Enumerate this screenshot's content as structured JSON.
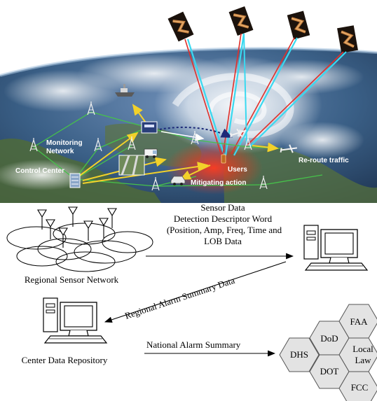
{
  "photo_labels": {
    "monitoring": [
      "Monitoring",
      "Network"
    ],
    "control_center": "Control Center",
    "users": "Users",
    "mitigating": "Mitigating action",
    "reroute": "Re-route traffic"
  },
  "flow": {
    "sensor_network_label": "Regional Sensor Network",
    "sensor_data_lines": [
      "Sensor Data",
      "Detection Descriptor Word",
      "(Position, Amp, Freq, Time and",
      "LOB Data"
    ],
    "alarm_summary_data": "Regional Alarm Summary Data",
    "center_repository": "Center Data Repository",
    "national_alarm": "National Alarm Summary"
  },
  "agencies": {
    "dhs": "DHS",
    "dod": "DoD",
    "faa": "FAA",
    "local_law": [
      "Local",
      "Law"
    ],
    "dot": "DOT",
    "fcc": "FCC"
  },
  "colors": {
    "beam_cyan": "#39d9f0",
    "beam_red": "#e0302a",
    "link_yellow": "#f2d12a",
    "link_green": "#46c24a",
    "hex_fill": "#e3e3e3"
  }
}
